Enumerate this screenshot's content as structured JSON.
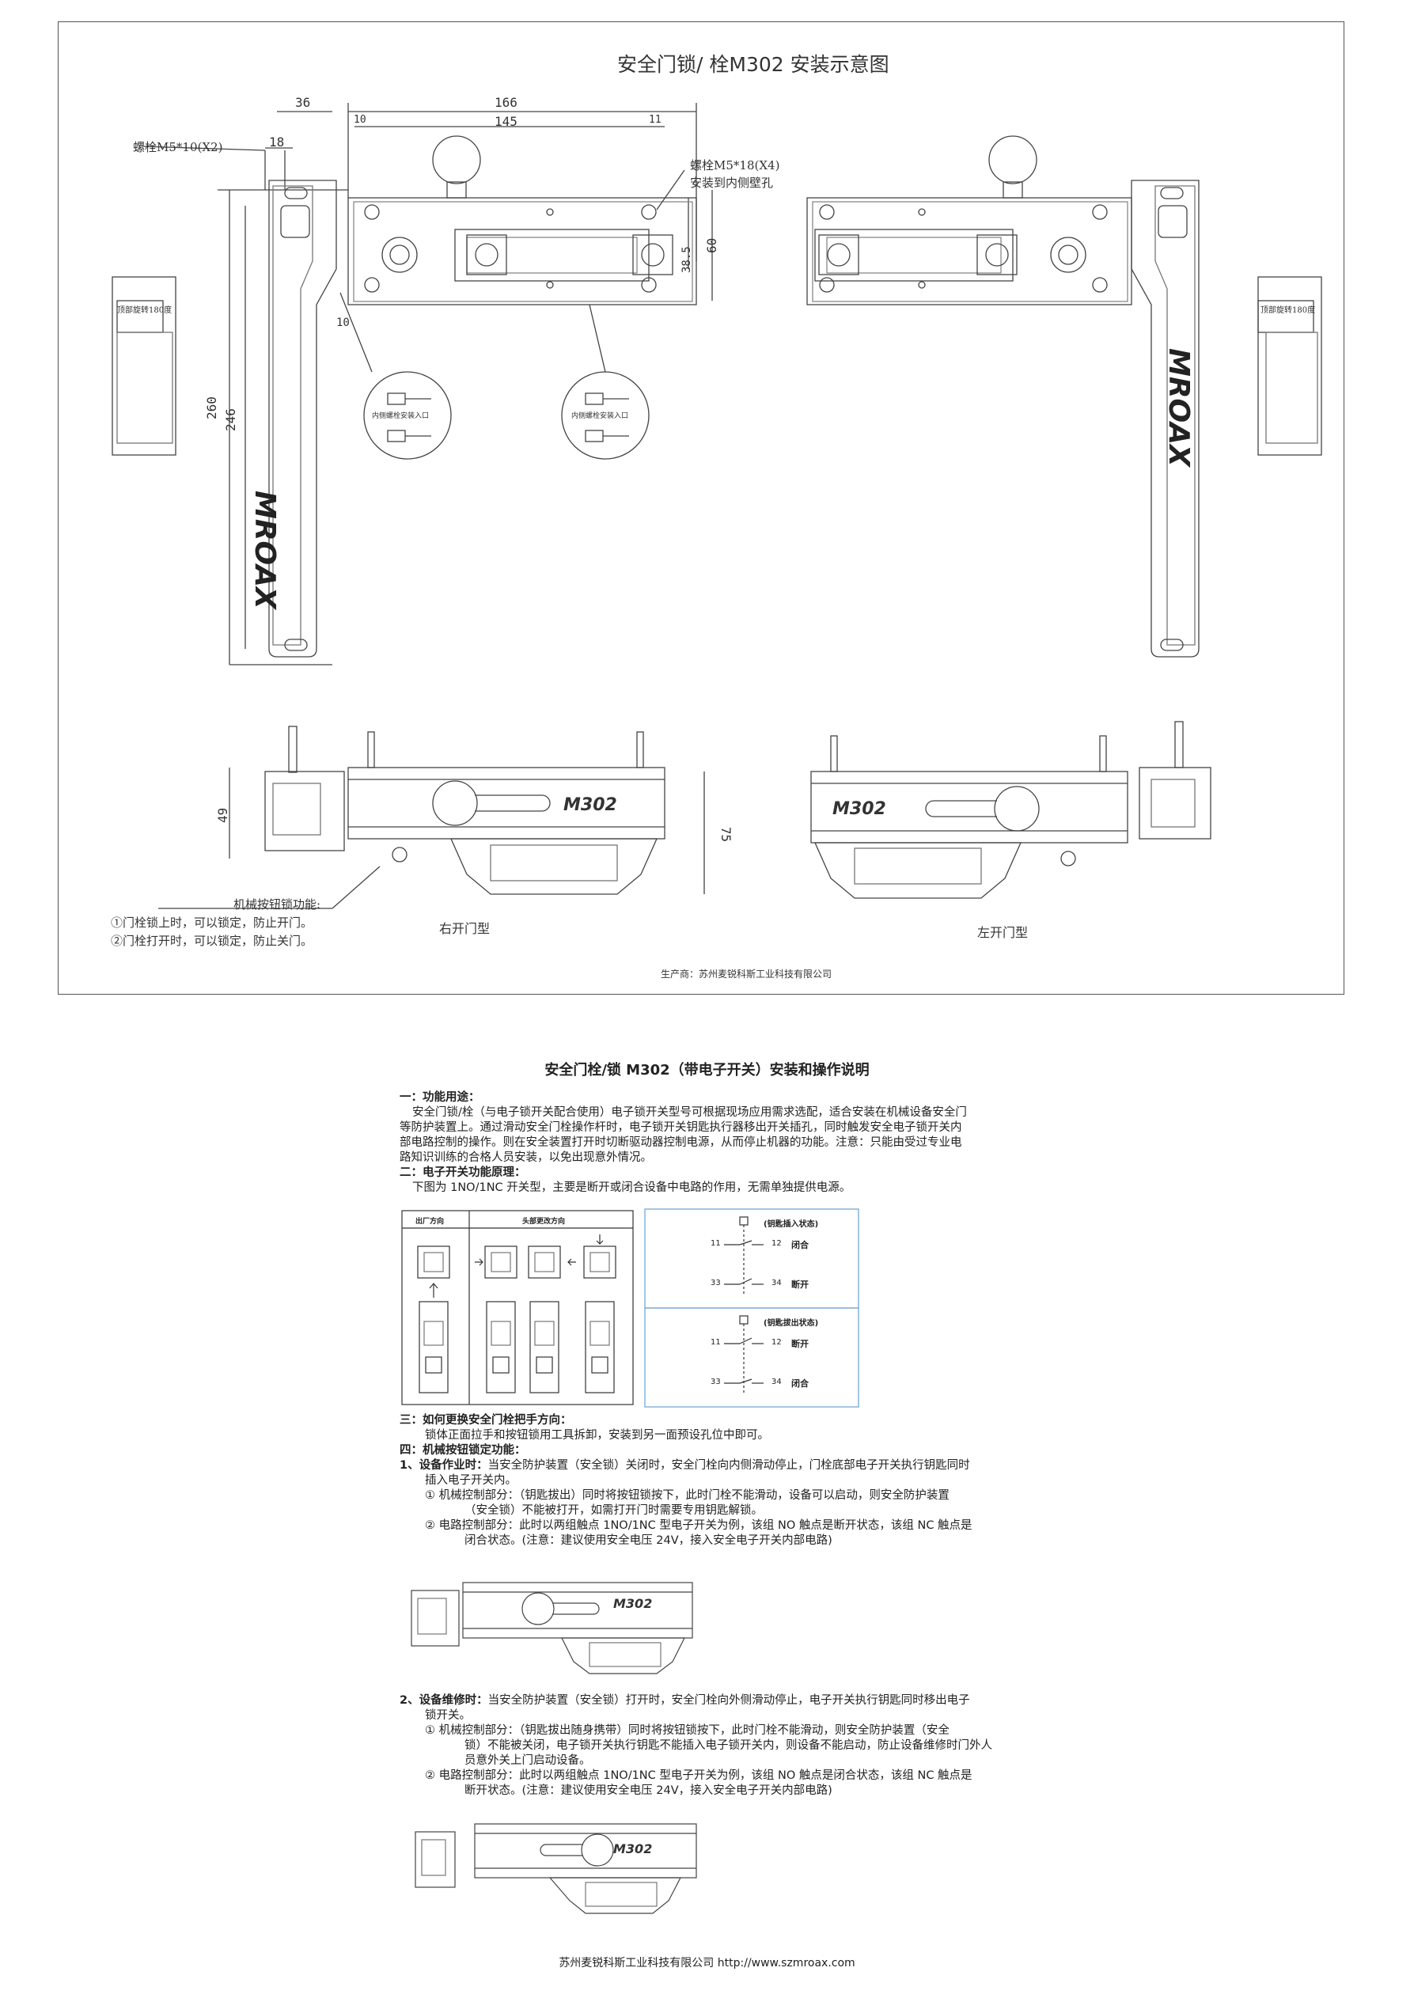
{
  "drawing": {
    "title": "安全门锁/ 栓M302 安装示意图",
    "dims": {
      "d36": "36",
      "d166": "166",
      "d145": "145",
      "d10a": "10",
      "d11": "11",
      "d18": "18",
      "d38_5": "38.5",
      "d60": "60",
      "d10b": "10",
      "d260": "260",
      "d246": "246",
      "d49": "49",
      "d75": "75"
    },
    "bolt_left": "螺栓M5*10(X2)",
    "bolt_right_1": "螺栓M5*18(X4)",
    "bolt_right_2": "安装到内侧壁孔",
    "inner_bolt_1": "内侧螺栓安装入口",
    "inner_bolt_2": "内侧螺栓安装入口",
    "rotate_left": "顶部旋转180度",
    "rotate_right": "顶部旋转180度",
    "brand_left": "MROAX",
    "brand_right": "MROAX",
    "model_1": "M302",
    "model_2": "M302",
    "mech_title": "机械按钮锁功能:",
    "mech_1": "①门栓锁上时，可以锁定，防止开门。",
    "mech_2": "②门栓打开时，可以锁定，防止关门。",
    "right_door": "右开门型",
    "left_door": "左开门型",
    "producer": "生产商：苏州麦锐科斯工业科技有限公司"
  },
  "manual": {
    "title": "安全门栓/锁 M302（带电子开关）安装和操作说明",
    "s1_head": "一：功能用途：",
    "s1_lines": [
      "安全门锁/栓（与电子锁开关配合使用）电子锁开关型号可根据现场应用需求选配，适合安装在机械设备安全门",
      "等防护装置上。通过滑动安全门栓操作杆时，电子锁开关钥匙执行器移出开关插孔，同时触发安全电子锁开关内",
      "部电路控制的操作。则在安全装置打开时切断驱动器控制电源，从而停止机器的功能。注意：只能由受过专业电",
      "路知识训练的合格人员安装，以免出现意外情况。"
    ],
    "s2_head": "二：电子开关功能原理：",
    "s2_line": "下图为 1NO/1NC 开关型，主要是断开或闭合设备中电路的作用，无需单独提供电源。",
    "switch_table": {
      "col1": "出厂方向",
      "col2": "头部更改方向"
    },
    "contacts": {
      "inserted_state": "(钥匙插入状态)",
      "removed_state": "(钥匙拔出状态)",
      "n11": "11",
      "n12": "12",
      "n33": "33",
      "n34": "34",
      "closed": "闭合",
      "open": "断开"
    },
    "s3_head": "三：如何更换安全门栓把手方向：",
    "s3_line": "锁体正面拉手和按钮锁用工具拆卸，安装到另一面预设孔位中即可。",
    "s4_head": "四：机械按钮锁定功能：",
    "p1_label": "1、设备作业时：",
    "p1_lines": [
      "当安全防护装置（安全锁）关闭时，安全门栓向内侧滑动停止，门栓底部电子开关执行钥匙同时",
      "插入电子开关内。"
    ],
    "p1_a": [
      "①  机械控制部分：（钥匙拔出）同时将按钮锁按下，此时门栓不能滑动，设备可以启动，则安全防护装置",
      "（安全锁）不能被打开，如需打开门时需要专用钥匙解锁。"
    ],
    "p1_b": [
      "②  电路控制部分：此时以两组触点 1NO/1NC 型电子开关为例，该组 NO 触点是断开状态，该组 NC 触点是",
      "闭合状态。(注意：建议使用安全电压 24V，接入安全电子开关内部电路)"
    ],
    "p2_label": "2、设备维修时：",
    "p2_lines": [
      "当安全防护装置（安全锁）打开时，安全门栓向外侧滑动停止，电子开关执行钥匙同时移出电子",
      "锁开关。"
    ],
    "p2_a": [
      "①  机械控制部分：（钥匙拔出随身携带）同时将按钮锁按下，此时门栓不能滑动，则安全防护装置（安全",
      "锁）不能被关闭，电子锁开关执行钥匙不能插入电子锁开关内，则设备不能启动，防止设备维修时门外人",
      "员意外关上门启动设备。"
    ],
    "p2_b": [
      "②  电路控制部分：此时以两组触点 1NO/1NC 型电子开关为例，该组 NO 触点是闭合状态，该组 NC 触点是",
      "断开状态。(注意：建议使用安全电压 24V，接入安全电子开关内部电路)"
    ],
    "model_3": "M302",
    "model_4": "M302",
    "footer": "苏州麦锐科斯工业科技有限公司  http://www.szmroax.com"
  }
}
